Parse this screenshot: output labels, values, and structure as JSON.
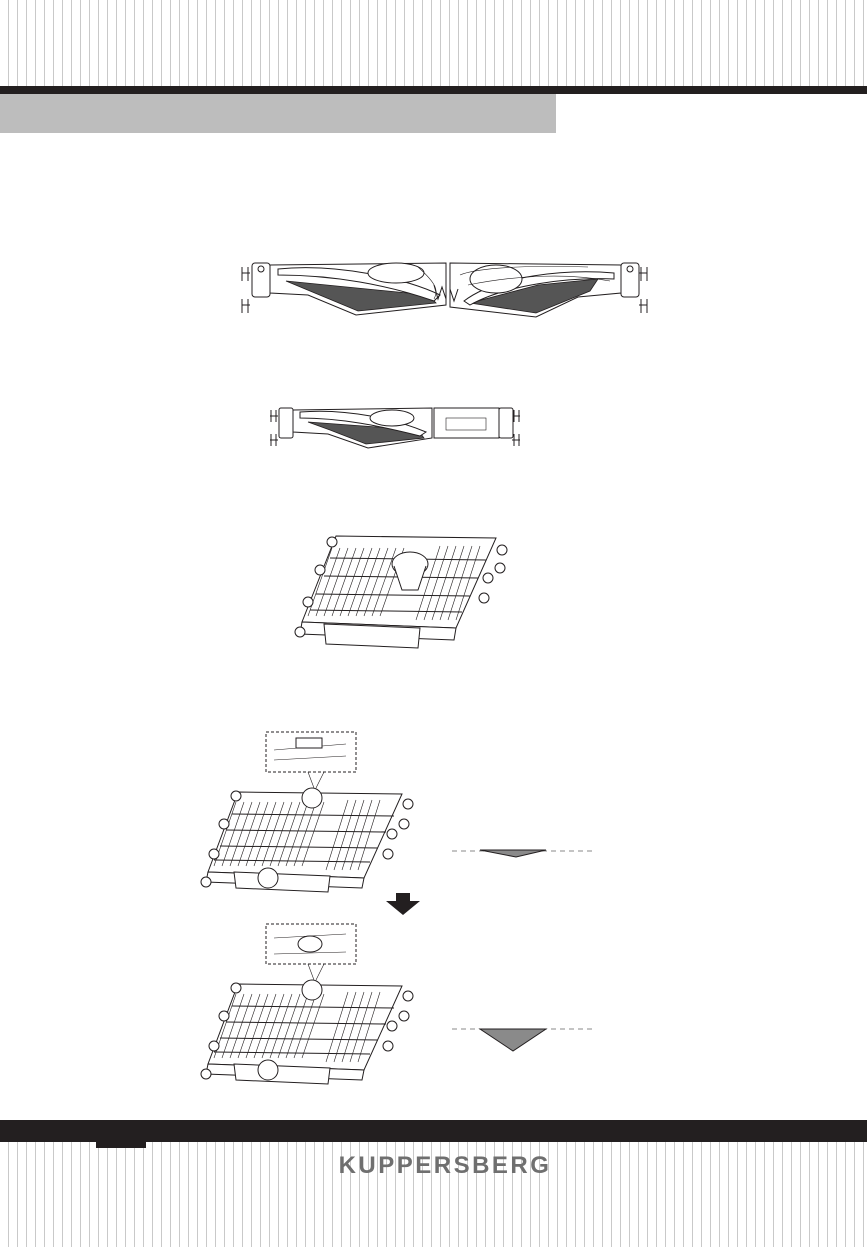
{
  "brand": {
    "logo_text": "KUPPERSBERG"
  },
  "colors": {
    "dark_bar": "#231f20",
    "title_band": "#bdbdbd",
    "stripe": "#c9c9c9",
    "logo_text": "#6f6f6f",
    "arrow_fill": "#8a8a8a"
  },
  "illustrations": [
    {
      "name": "cutlery-tray-both-sides-raised"
    },
    {
      "name": "cutlery-tray-one-side-raised"
    },
    {
      "name": "upper-rack-perspective"
    },
    {
      "name": "rack-height-adjust-step-1"
    },
    {
      "name": "rack-height-adjust-step-2"
    }
  ],
  "icons": [
    "down-arrow-icon",
    "level-indicator-small-icon",
    "level-indicator-large-icon"
  ]
}
